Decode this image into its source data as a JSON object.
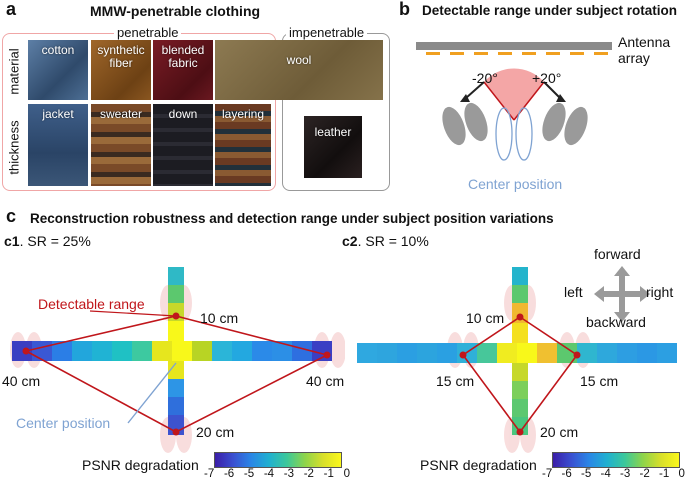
{
  "panel_a": {
    "letter": "a",
    "title": "MMW-penetrable clothing",
    "penetrable_label": "penetrable",
    "impenetrable_label": "impenetrable",
    "row_labels": [
      "material",
      "thickness"
    ],
    "materials": [
      "cotton",
      "synthetic fiber",
      "blended fabric",
      "wool"
    ],
    "thickness": [
      "jacket",
      "sweater",
      "down",
      "layering"
    ],
    "impenetrable_item": "leather"
  },
  "panel_b": {
    "letter": "b",
    "title": "Detectable range under subject rotation",
    "antenna_label": "Antenna array",
    "angle_left": "-20°",
    "angle_right": "+20°",
    "center_label": "Center position"
  },
  "panel_c": {
    "letter": "c",
    "title": "Reconstruction robustness and detection range under subject position variations",
    "c1_label": "c1",
    "c1_title": ". SR = 25%",
    "c2_label": "c2",
    "c2_title": ". SR = 10%",
    "detectable_label": "Detectable range",
    "center_label": "Center position",
    "c1_ranges": {
      "forward": "10 cm",
      "backward": "20 cm",
      "left": "40 cm",
      "right": "40 cm"
    },
    "c2_ranges": {
      "forward": "10 cm",
      "backward": "20 cm",
      "left": "15 cm",
      "right": "15 cm"
    },
    "directions": {
      "forward": "forward",
      "backward": "backward",
      "left": "left",
      "right": "right"
    },
    "colorbar_label": "PSNR degradation",
    "colorbar_ticks": [
      "-7",
      "-6",
      "-5",
      "-4",
      "-3",
      "-2",
      "-1",
      "0"
    ],
    "colors": {
      "range_line": "#c0161b",
      "center_line": "#7fa3d2",
      "footprint": "#f4c6c6"
    }
  }
}
